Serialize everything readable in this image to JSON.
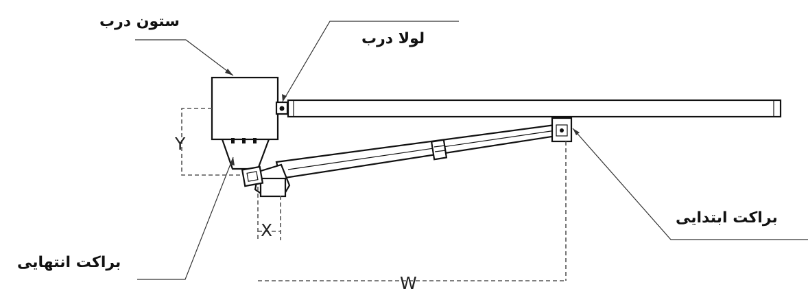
{
  "labels": {
    "door_column": "ستون درب",
    "door_hinge": "لولا درب",
    "start_bracket": "براکت ابتدایی",
    "end_bracket": "براکت انتهایی"
  },
  "dimensions": {
    "y": "Y",
    "x": "X",
    "w": "W"
  }
}
